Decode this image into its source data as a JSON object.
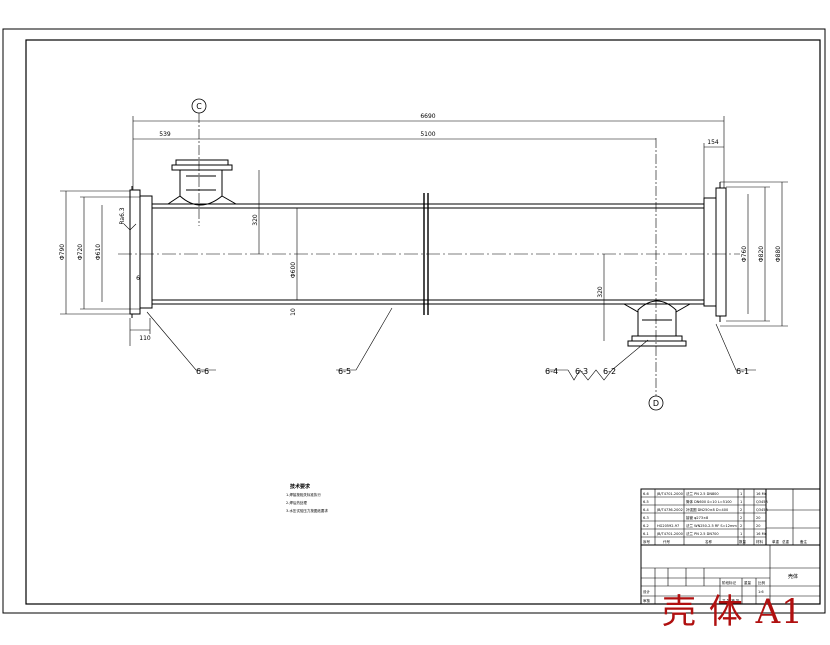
{
  "circles": {
    "top": "C",
    "bottom": "D"
  },
  "dimensions": {
    "overall": "6690",
    "left_offset": "539",
    "span": "5100",
    "right_end": "154",
    "left_d1": "Φ790",
    "left_d2": "Φ720",
    "left_d3": "Φ610",
    "right_d1": "Φ760",
    "right_d2": "Φ820",
    "right_d3": "Φ880",
    "shell_d": "Φ600",
    "nozzle_top_h": "320",
    "nozzle_bottom_h": "320",
    "left_flange": "110",
    "wall": "10",
    "small_left": "6",
    "roughness": "Ra6.3"
  },
  "part_labels": [
    "6-6",
    "6-5",
    "6-4",
    "6-3",
    "6-2",
    "6-1"
  ],
  "notes": {
    "title": "技术要求",
    "lines": [
      "1.焊接按相关标准执行",
      "2.焊后热处理",
      "3.水压试验压力按图纸要求"
    ]
  },
  "bom": {
    "rows": [
      {
        "no": "6-6",
        "code": "JB/T4701-2000",
        "name": "法兰 PN 2.5 DN800",
        "qty": "1",
        "mat": "16 Mn"
      },
      {
        "no": "6-5",
        "code": "",
        "name": "筒体 DN600 δ=10 L=5100",
        "qty": "1",
        "mat": "Q345R"
      },
      {
        "no": "6-4",
        "code": "JB/T4736-2002",
        "name": "补强圈 DN250×8 D=400",
        "qty": "2",
        "mat": "Q345R"
      },
      {
        "no": "6-3",
        "code": "",
        "name": "接管 φ273×8",
        "qty": "2",
        "mat": "20"
      },
      {
        "no": "6-2",
        "code": "HG20592-97",
        "name": "法兰 WN250-2.5 RF S=12mm",
        "qty": "2",
        "mat": "20"
      },
      {
        "no": "6-1",
        "code": "JB/T4701-2000",
        "name": "法兰 PN 2.5 DN700",
        "qty": "1",
        "mat": "16 Mn"
      }
    ],
    "header": {
      "no": "序号",
      "code": "代号",
      "name": "名称",
      "qty": "数量",
      "mat": "材料",
      "mass": "单重",
      "total": "总重",
      "remark": "备注"
    }
  },
  "title_block": {
    "part_name": "壳体",
    "scale": "1:6",
    "stage": "阶段标记",
    "weight": "重量",
    "ratio": "比例",
    "sheet": "共 张 第 张",
    "design": "设计",
    "check": "审核"
  },
  "stamp": "壳 体 A1"
}
